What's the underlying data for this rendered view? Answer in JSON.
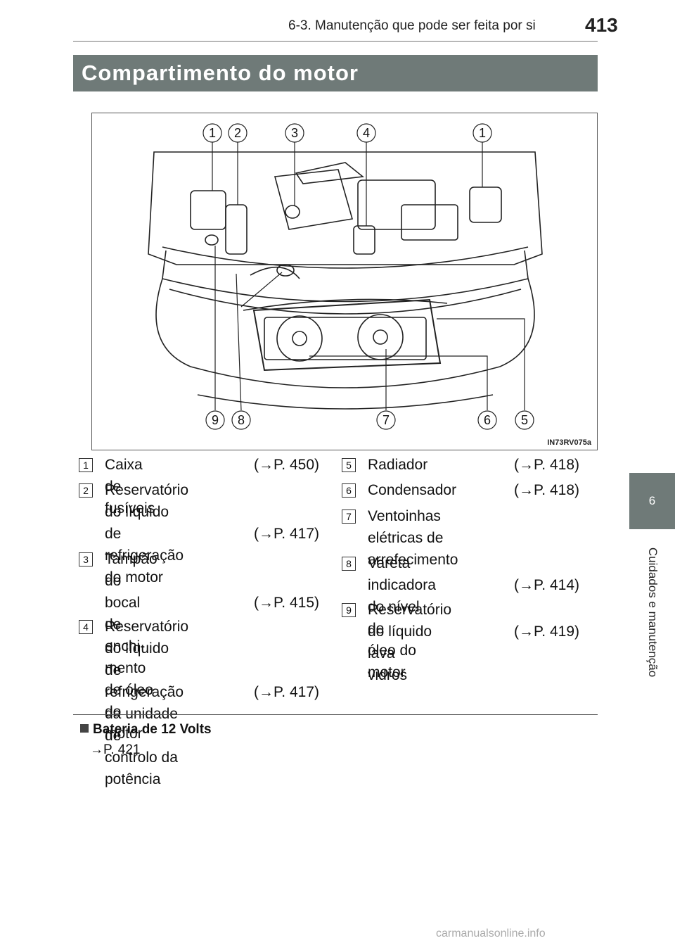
{
  "header": {
    "section": "6-3. Manutenção que pode ser feita por si",
    "page_number": "413"
  },
  "title": "Compartimento do motor",
  "side_tab": {
    "number": "6",
    "label": "Cuidados e manutenção"
  },
  "figure": {
    "id": "IN73RV075a",
    "callouts_top": [
      "1",
      "2",
      "3",
      "4",
      "1"
    ],
    "callouts_bottom": [
      "9",
      "8",
      "7",
      "6",
      "5"
    ]
  },
  "items": [
    {
      "n": "1",
      "lines": [
        "Caixa de fusíveis"
      ],
      "ref": "(→P. 450)"
    },
    {
      "n": "2",
      "lines": [
        "Reservatório do líquido de",
        "refrigeração do motor"
      ],
      "ref": "(→P. 417)"
    },
    {
      "n": "3",
      "lines": [
        "Tampão do bocal de enchi-",
        "mento de óleo do motor"
      ],
      "ref": "(→P. 415)"
    },
    {
      "n": "4",
      "lines": [
        "Reservatório do líquido de",
        "refrigeração da unidade de",
        "controlo da potência"
      ],
      "ref": "(→P. 417)"
    },
    {
      "n": "5",
      "lines": [
        "Radiador"
      ],
      "ref": "(→P. 418)"
    },
    {
      "n": "6",
      "lines": [
        "Condensador"
      ],
      "ref": "(→P. 418)"
    },
    {
      "n": "7",
      "lines": [
        "Ventoinhas elétricas de",
        "arrefecimento"
      ],
      "ref": ""
    },
    {
      "n": "8",
      "lines": [
        "Vareta indicadora do nível de",
        "óleo do motor"
      ],
      "ref": "(→P. 414)"
    },
    {
      "n": "9",
      "lines": [
        "Reservatório do líquido lava",
        "vidros"
      ],
      "ref": "(→P. 419)"
    }
  ],
  "battery": {
    "title": "Bateria de 12 Volts",
    "ref": "→P. 421"
  },
  "watermark": "carmanualsonline.info"
}
